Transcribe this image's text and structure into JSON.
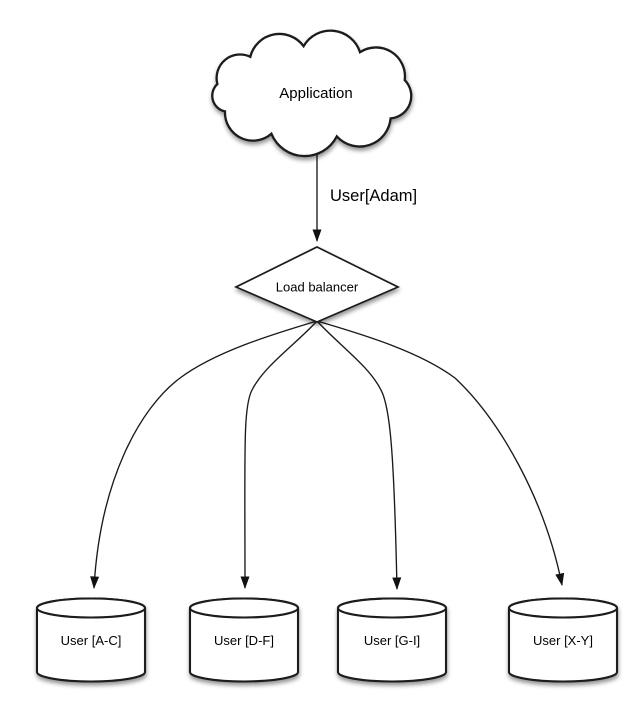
{
  "colors": {
    "background": "#ffffff",
    "stroke": "#1a1a1a",
    "shape_fill": "#ffffff",
    "text": "#000000",
    "shadow": "rgba(0,0,0,0.42)"
  },
  "nodes": {
    "application": {
      "shape": "cloud",
      "label": "Application"
    },
    "load_balancer": {
      "shape": "diamond",
      "label": "Load balancer"
    },
    "shards": [
      {
        "shape": "cylinder",
        "label": "User [A-C]"
      },
      {
        "shape": "cylinder",
        "label": "User [D-F]"
      },
      {
        "shape": "cylinder",
        "label": "User [G-I]"
      },
      {
        "shape": "cylinder",
        "label": "User [X-Y]"
      }
    ]
  },
  "edges": {
    "app_to_lb": {
      "from": "Application",
      "to": "Load balancer",
      "label": "User[Adam]"
    },
    "lb_to_shards": [
      {
        "from": "Load balancer",
        "to": "User [A-C]"
      },
      {
        "from": "Load balancer",
        "to": "User [D-F]"
      },
      {
        "from": "Load balancer",
        "to": "User [G-I]"
      },
      {
        "from": "Load balancer",
        "to": "User [X-Y]"
      }
    ]
  }
}
